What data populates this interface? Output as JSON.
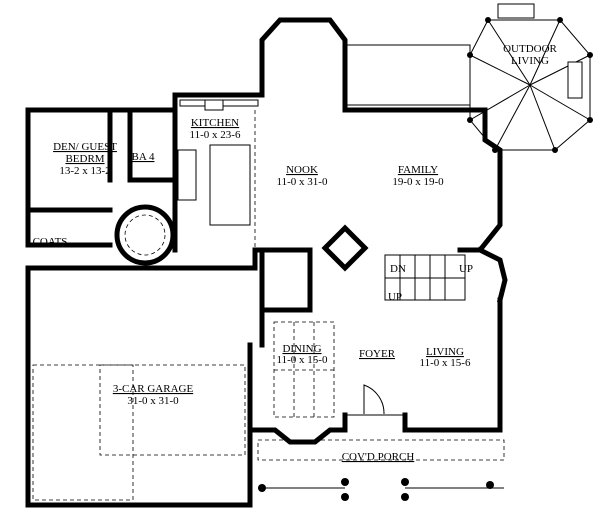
{
  "rooms": {
    "outdoor_living": {
      "name_line1": "OUTDOOR",
      "name_line2": "LIVING"
    },
    "kitchen": {
      "name": "KITCHEN",
      "size": "11-0 x 23-6"
    },
    "den": {
      "name_line1": "DEN/ GUEST",
      "name_line2": "BEDRM",
      "size": "13-2 x 13-2"
    },
    "bath": {
      "name": "BA 4"
    },
    "nook": {
      "name": "NOOK",
      "size": "11-0 x 31-0"
    },
    "family": {
      "name": "FAMILY",
      "size": "19-0 x 19-0"
    },
    "coats": {
      "name": "COATS"
    },
    "stairs": {
      "dn": "DN",
      "up_top": "UP",
      "up_lower": "UP"
    },
    "dining": {
      "name": "DINING",
      "size": "11-0 x 15-0"
    },
    "foyer": {
      "name": "FOYER"
    },
    "living": {
      "name": "LIVING",
      "size": "11-0 x 15-6"
    },
    "garage": {
      "name": "3-CAR GARAGE",
      "size": "31-0 x 31-0"
    },
    "porch": {
      "name": "COV'D PORCH"
    }
  }
}
